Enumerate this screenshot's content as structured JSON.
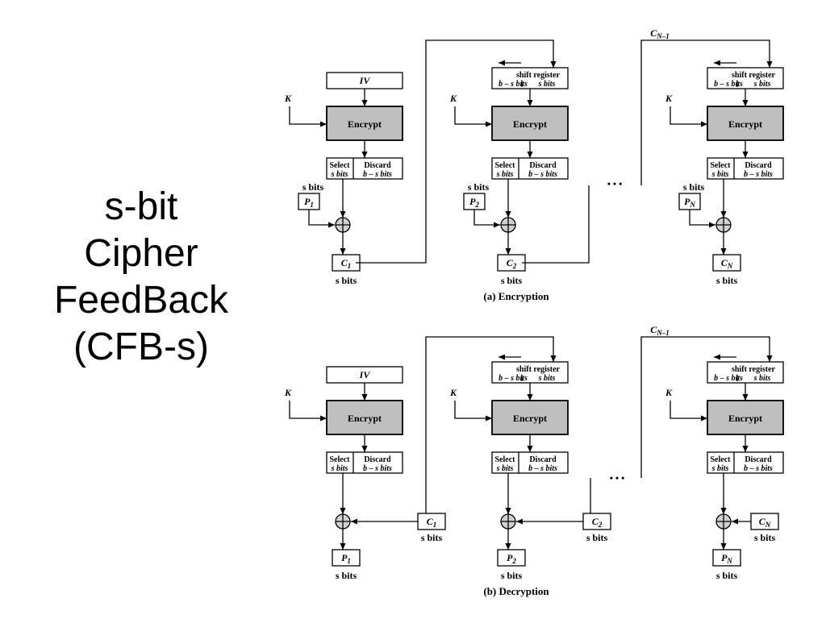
{
  "title_lines": [
    "s-bit",
    "Cipher",
    "FeedBack",
    "(CFB-s)"
  ],
  "labels": {
    "iv": "IV",
    "key": "K",
    "encrypt": "Encrypt",
    "shift_register": "shift register",
    "shift_left": "b – s bits",
    "shift_right": "s bits",
    "select_1": "Select",
    "select_2": "s bits",
    "discard_1": "Discard",
    "discard_2": "b – s bits",
    "s_bits": "s bits",
    "dots": "• • •",
    "c_prev_main": "C",
    "c_prev_sub": "N–1"
  },
  "stages": [
    {
      "p_main": "P",
      "p_sub": "1",
      "c_main": "C",
      "c_sub": "1"
    },
    {
      "p_main": "P",
      "p_sub": "2",
      "c_main": "C",
      "c_sub": "2"
    },
    {
      "p_main": "P",
      "p_sub": "N",
      "c_main": "C",
      "c_sub": "N"
    }
  ],
  "captions": {
    "encryption": "(a) Encryption",
    "decryption": "(b) Decryption"
  },
  "colors": {
    "encrypt_fill": "#bfbfbf",
    "line": "#000000"
  }
}
